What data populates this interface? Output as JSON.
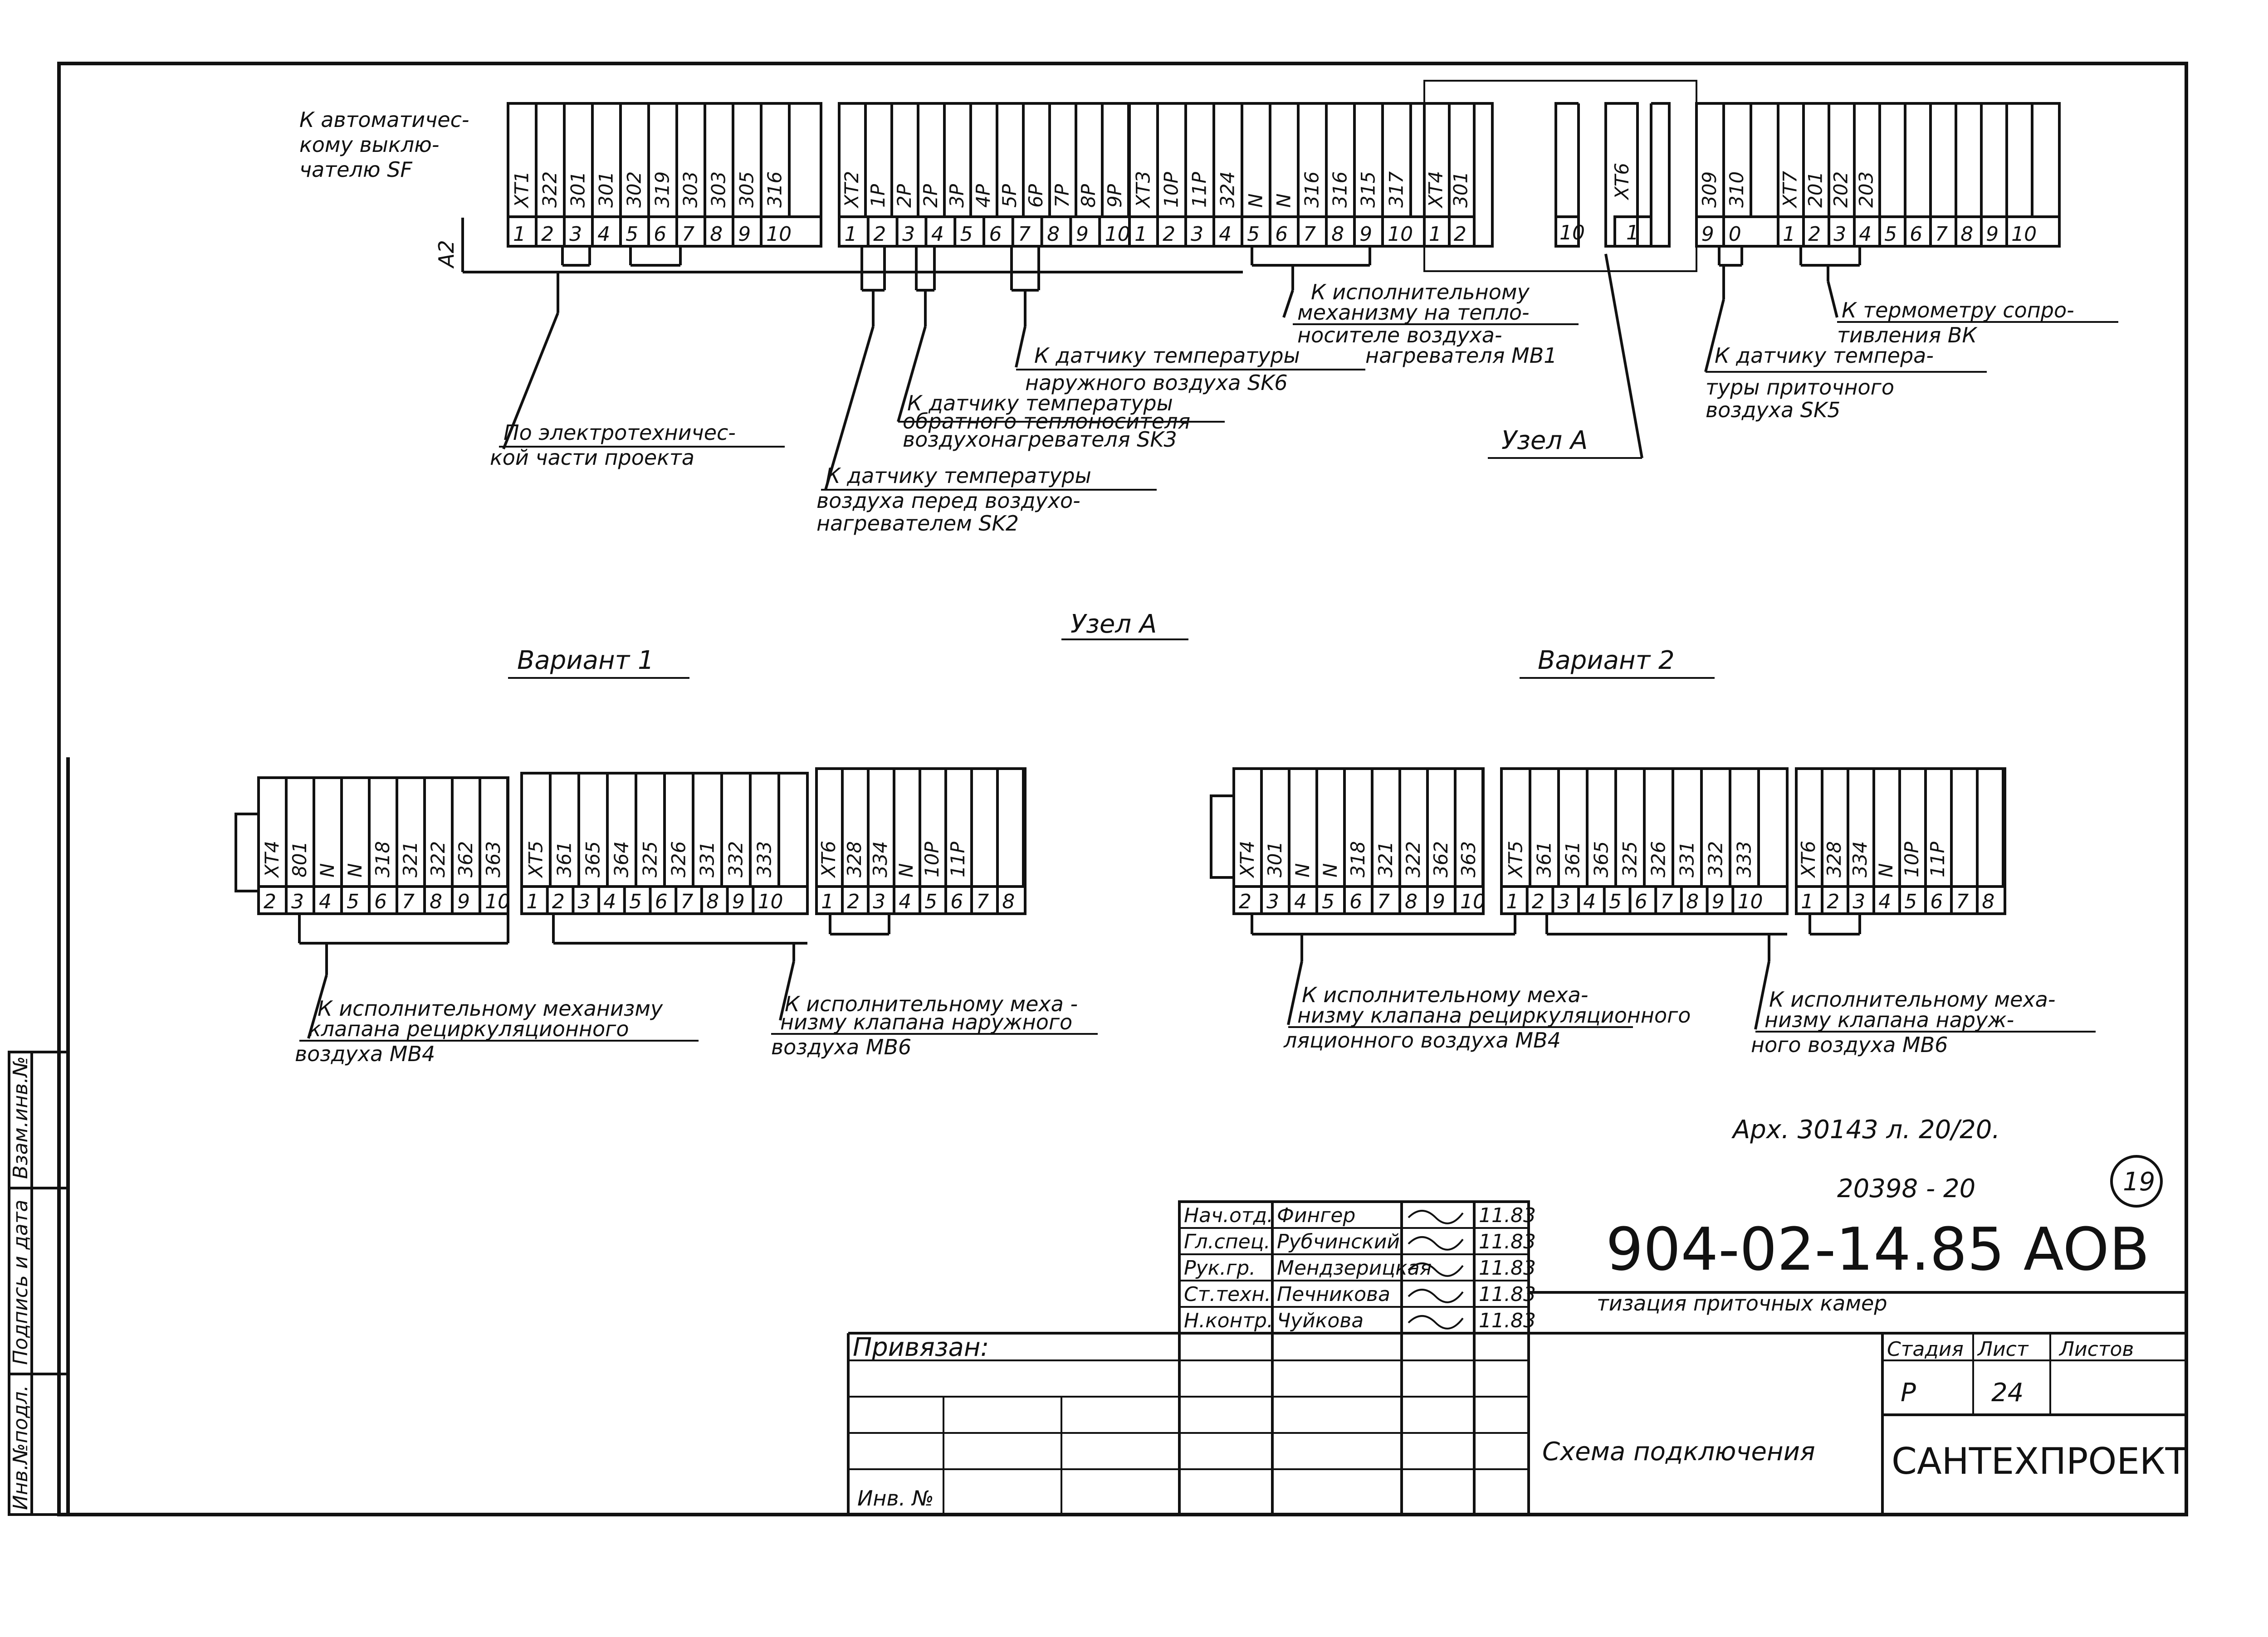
{
  "top_blocks": {
    "b1": {
      "label": "XT1",
      "wires": [
        "322",
        "301",
        "301",
        "302",
        "319",
        "303",
        "303",
        "305",
        "316"
      ],
      "nums": [
        "1",
        "2",
        "3",
        "4",
        "5",
        "6",
        "7",
        "8",
        "9",
        "10"
      ]
    },
    "b2": {
      "label": "XT2",
      "wires": [
        "1P",
        "2P",
        "2P",
        "3P",
        "4P",
        "5P",
        "6P",
        "7P",
        "8P",
        "9P"
      ],
      "nums": [
        "1",
        "2",
        "3",
        "4",
        "5",
        "6",
        "7",
        "8",
        "9",
        "10"
      ]
    },
    "b3": {
      "label": "XT3",
      "wires": [
        "10P",
        "11P",
        "324",
        "N",
        "N",
        "316",
        "316",
        "315",
        "317"
      ],
      "nums": [
        "1",
        "2",
        "3",
        "4",
        "5",
        "6",
        "7",
        "8",
        "9",
        "10"
      ]
    },
    "b4": {
      "label": "XT4",
      "wires": [
        "301"
      ],
      "nums": [
        "1",
        "2"
      ]
    },
    "b5": {
      "label": "XT6",
      "wires": [],
      "nums": [
        "10",
        "1"
      ]
    },
    "b6": {
      "label": "",
      "wires": [
        "309",
        "310"
      ],
      "nums": [
        "9",
        "0"
      ]
    },
    "b7": {
      "label": "XT7",
      "wires": [
        "201",
        "202",
        "203",
        "",
        "",
        "",
        "",
        "",
        ""
      ],
      "nums": [
        "1",
        "2",
        "3",
        "4",
        "5",
        "6",
        "7",
        "8",
        "9",
        "10"
      ]
    }
  },
  "v1_blocks": {
    "b1": {
      "label": "XT4",
      "wires": [
        "801",
        "N",
        "N",
        "318",
        "321",
        "322",
        "362",
        "363"
      ],
      "nums": [
        "2",
        "3",
        "4",
        "5",
        "6",
        "7",
        "8",
        "9",
        "10"
      ]
    },
    "b2": {
      "label": "XT5",
      "wires": [
        "361",
        "365",
        "364",
        "325",
        "326",
        "331",
        "332",
        "333"
      ],
      "nums": [
        "1",
        "2",
        "3",
        "4",
        "5",
        "6",
        "7",
        "8",
        "9",
        "10"
      ]
    },
    "b3": {
      "label": "XT6",
      "wires": [
        "328",
        "334",
        "N",
        "10P",
        "11P",
        "",
        ""
      ],
      "nums": [
        "1",
        "2",
        "3",
        "4",
        "5",
        "6",
        "7",
        "8"
      ]
    }
  },
  "v2_blocks": {
    "b1": {
      "label": "XT4",
      "wires": [
        "301",
        "N",
        "N",
        "318",
        "321",
        "322",
        "362",
        "363"
      ],
      "nums": [
        "2",
        "3",
        "4",
        "5",
        "6",
        "7",
        "8",
        "9",
        "10"
      ]
    },
    "b2": {
      "label": "XT5",
      "wires": [
        "361",
        "361",
        "365",
        "325",
        "326",
        "331",
        "332",
        "333"
      ],
      "nums": [
        "1",
        "2",
        "3",
        "4",
        "5",
        "6",
        "7",
        "8",
        "9",
        "10"
      ]
    },
    "b3": {
      "label": "XT6",
      "wires": [
        "328",
        "334",
        "N",
        "10P",
        "11P",
        "",
        ""
      ],
      "nums": [
        "1",
        "2",
        "3",
        "4",
        "5",
        "6",
        "7",
        "8"
      ]
    }
  },
  "labels": {
    "a2": "A2",
    "sf": [
      "К автоматичес-",
      "кому выклю-",
      "чателю SF"
    ],
    "elec": [
      "По электротехничес-",
      "кой части проекта"
    ],
    "sk2": [
      "К датчику температуры",
      "воздуха перед воздухо-",
      "нагревателем SK2"
    ],
    "sk3": [
      "К датчику температуры",
      "обратного теплоносителя",
      "воздухонагревателя SK3"
    ],
    "sk6": [
      "К датчику температуры",
      "наружного воздуха SK6"
    ],
    "mb1": [
      "К исполнительному",
      "механизму на тепло-",
      "носителе воздуха-",
      "нагревателя MB1"
    ],
    "uzel_a_ref": "Узел А",
    "sk5": [
      "К датчику темпера-",
      "туры приточного",
      "воздуха SK5"
    ],
    "vk": [
      "К термометру сопро-",
      "тивления ВК"
    ],
    "uzel_a": "Узел А",
    "var1": "Вариант 1",
    "var2": "Вариант 2",
    "v1_mb4": [
      "К исполнительному механизму",
      "клапана рециркуляционного",
      "воздуха MB4"
    ],
    "v1_mb6": [
      "К исполнительному меха -",
      "низму клапана наружного",
      "воздуха MB6"
    ],
    "v2_mb4": [
      "К исполнительному меха-",
      "низму клапана рециркуляционного",
      "воздуха MB4"
    ],
    "v2_mb4_b": "ляционного воздуха MB4",
    "v2_mb6": [
      "К исполнительному меха-",
      "низму клапана наруж-",
      "ного воздуха MB6"
    ]
  },
  "title_block": {
    "ref": "Арх. 30143 л. 20/20.",
    "num": "20398 - 20",
    "circle": "19",
    "code": "904-02-14.85 AOB",
    "subtitle": "тизация приточных камер",
    "sheet_name": "Схема подключения",
    "org": "САНТЕХПРОЕКТ",
    "stage_h": "Стадия",
    "sheet_h": "Лист",
    "sheets_h": "Листов",
    "stage": "Р",
    "sheet": "24",
    "privyazan": "Привязан:",
    "inv": "Инв. №",
    "roles": [
      {
        "role": "Нач.отд.",
        "name": "Фингер",
        "date": "11.83"
      },
      {
        "role": "Гл.спец.",
        "name": "Рубчинский",
        "date": "11.83"
      },
      {
        "role": "Рук.гр.",
        "name": "Мендзерицкая",
        "date": "11.83"
      },
      {
        "role": "Ст.техн.",
        "name": "Печникова",
        "date": "11.83"
      },
      {
        "role": "Н.контр.",
        "name": "Чуйкова",
        "date": "11.83"
      }
    ],
    "side": [
      "Инв.№подл.",
      "Подпись и дата",
      "Взам.инв.№"
    ]
  }
}
